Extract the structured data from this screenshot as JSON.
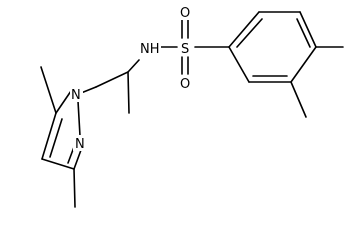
{
  "molecule": {
    "atom_labels": {
      "nh": "NH",
      "sulfur": "S",
      "oxygen_top": "O",
      "oxygen_bottom": "O",
      "pyrazole_n1": "N",
      "pyrazole_n2": "N"
    },
    "colors": {
      "bond": "#000000",
      "label": "#000000",
      "background": "#ffffff"
    }
  }
}
